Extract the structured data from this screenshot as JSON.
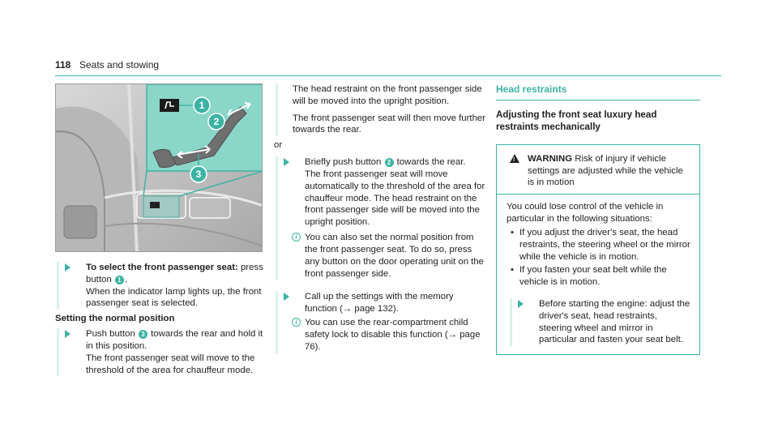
{
  "header": {
    "page_number": "118",
    "section": "Seats and stowing"
  },
  "figure": {
    "callouts": [
      "1",
      "2",
      "3"
    ],
    "icons": [
      "seat-button-icon"
    ]
  },
  "col1": {
    "step1_bold": "To select the front passenger seat:",
    "step1_text": " press button ",
    "step1_num": "1",
    "step1_text2": ".",
    "step1_line2": "When the indicator lamp lights up, the front passenger seat is selected.",
    "heading": "Setting the normal position",
    "step2_text": "Push button ",
    "step2_num": "3",
    "step2_text2": " towards the rear and hold it in this position.",
    "step2_line2": "The front passenger seat will move to the threshold of the area for chauffeur mode."
  },
  "col2": {
    "p1": "The head restraint on the front passenger side will be moved into the upright position.",
    "p2": "The front passenger seat will then move further towards the rear.",
    "or": "or",
    "step3_text": "Briefly push button ",
    "step3_num": "2",
    "step3_text2": " towards the rear.",
    "step3_line2": "The front passenger seat will move automatically to the threshold of the area for chauffeur mode. The head restraint on the front passenger side will be moved into the upright position.",
    "info1": "You can also set the normal position from the front passenger seat. To do so, press any button on the door operating unit on the front passenger side.",
    "step4": "Call up the settings with the memory function (→ page 132).",
    "info2": "You can use the rear-compartment child safety lock to disable this function (→ page 76)."
  },
  "col3": {
    "section_title": "Head restraints",
    "sub_title": "Adjusting the front seat luxury head restraints mechanically",
    "warning_label": "WARNING",
    "warning_head": " Risk of injury if vehicle settings are adjusted while the vehicle is in motion",
    "warning_intro": "You could lose control of the vehicle in particular in the following situations:",
    "bullets": [
      "If you adjust the driver's seat, the head restraints, the steering wheel or the mirror while the vehicle is in motion.",
      "If you fasten your seat belt while the vehicle is in motion."
    ],
    "warning_step": "Before starting the engine: adjust the driver's seat, head restraints, steering wheel and mirror in particular and fasten your seat belt."
  },
  "colors": {
    "accent": "#3cb3a3",
    "accent_light": "#daf2ef"
  }
}
